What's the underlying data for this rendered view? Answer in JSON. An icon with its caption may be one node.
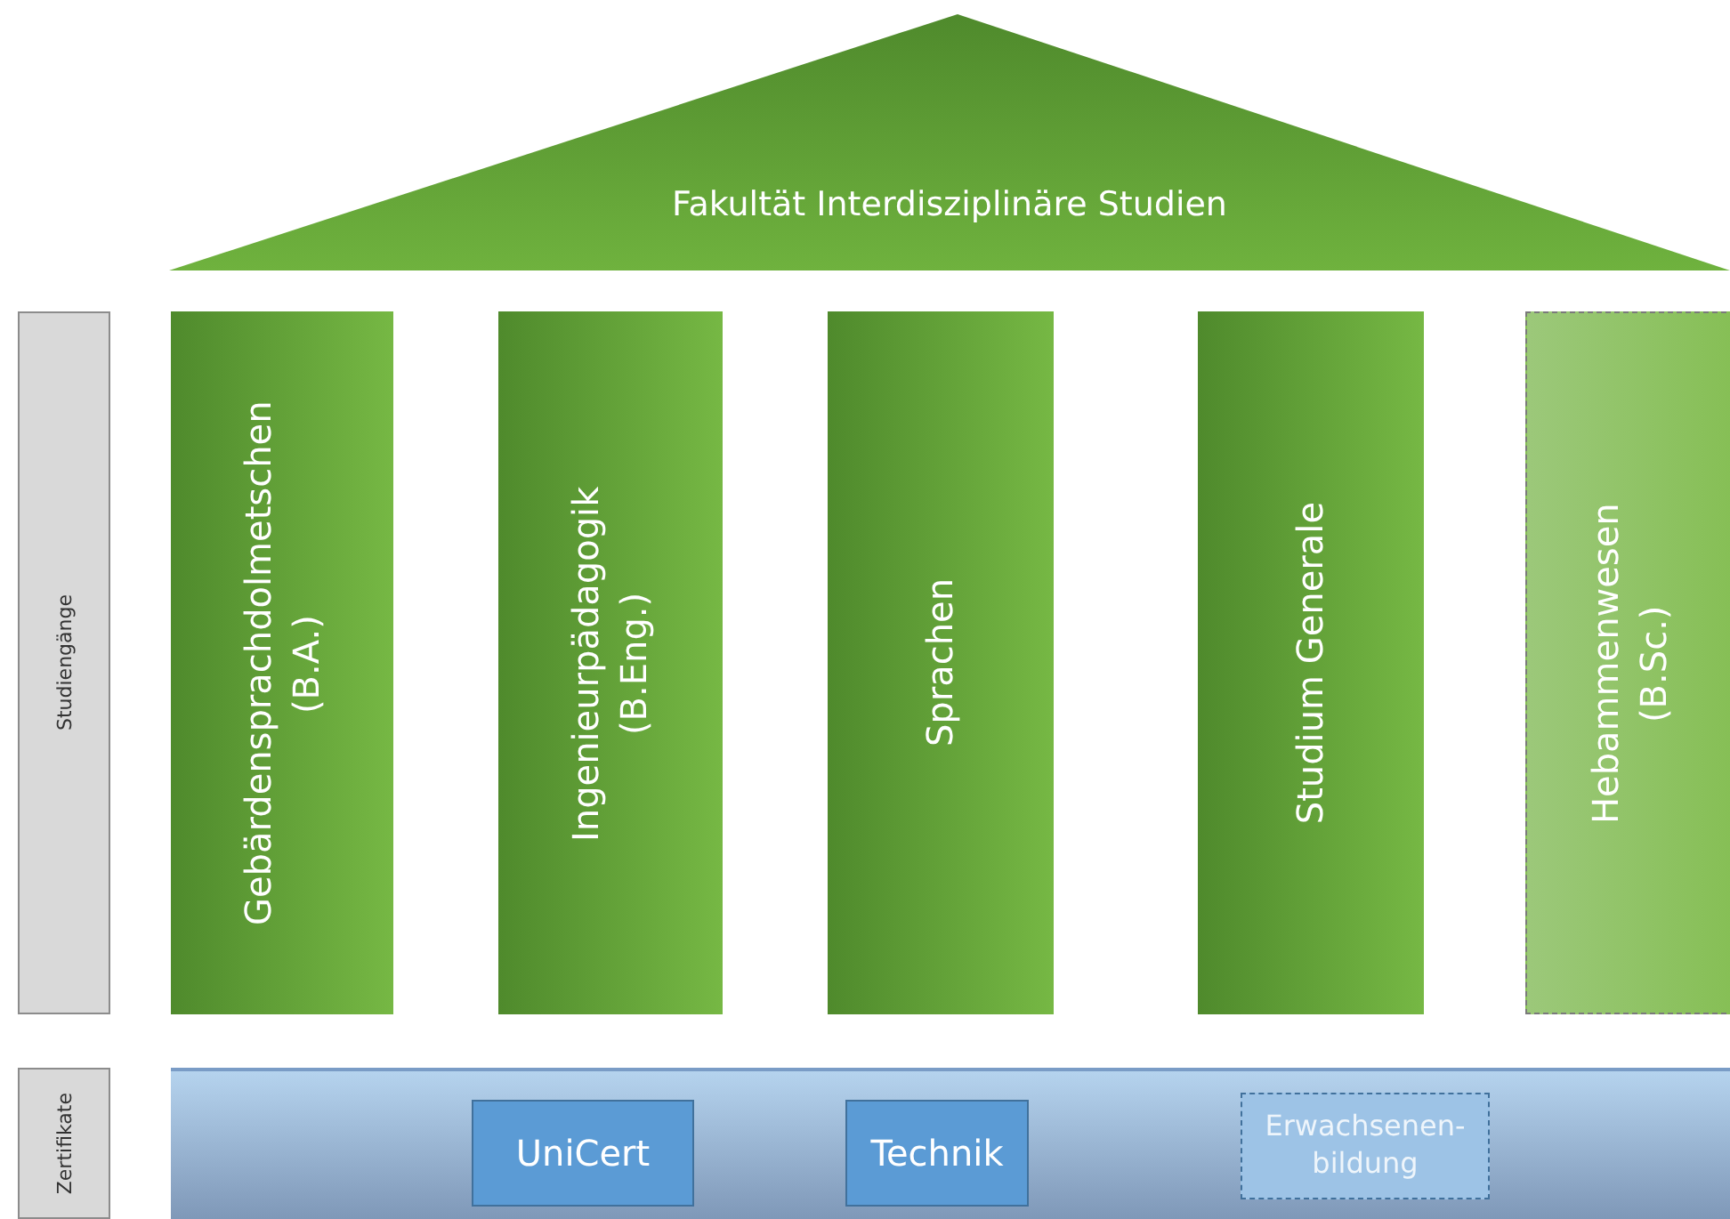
{
  "diagram": {
    "nodes": [
      {
        "text": [
          "Fakultät Interdisziplinäre Studien"
        ]
      },
      {
        "text": [
          "Studiengänge"
        ]
      },
      {
        "text": [
          "Gebärdensprachdolmetschen (B.A.)"
        ]
      },
      {
        "text": [
          "Ingenieurpädagogik (B.Eng.)"
        ]
      },
      {
        "text": [
          "Sprachen"
        ]
      },
      {
        "text": [
          "Studium Generale"
        ]
      },
      {
        "text": [
          "Hebammenwesen (B.Sc.)"
        ]
      },
      {
        "text": [
          "Zertifikate"
        ]
      },
      {
        "text": [],
        "shape": "bar"
      },
      {
        "text": [
          "UniCert"
        ],
        "in": 8
      },
      {
        "text": [
          "Technik"
        ],
        "in": 8
      },
      {
        "text": [
          "Erwachsenen- bildung"
        ],
        "in": 8
      }
    ]
  }
}
